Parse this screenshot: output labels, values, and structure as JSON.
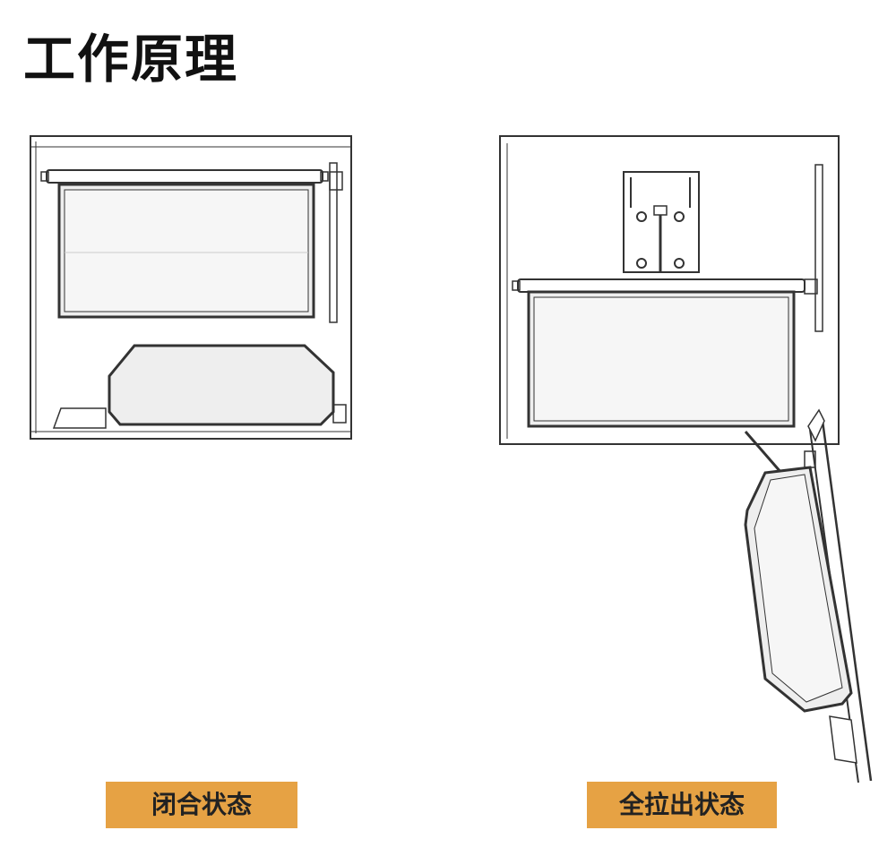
{
  "header": {
    "title": "工作原理"
  },
  "states": {
    "closed": {
      "label": "闭合状态"
    },
    "open": {
      "label": "全拉出状态"
    }
  },
  "colors": {
    "line": "#333333",
    "panel": "#eeeeee",
    "panel_inner": "#f6f6f6",
    "label_bg": "#E6A244",
    "label_text": "#222222"
  }
}
